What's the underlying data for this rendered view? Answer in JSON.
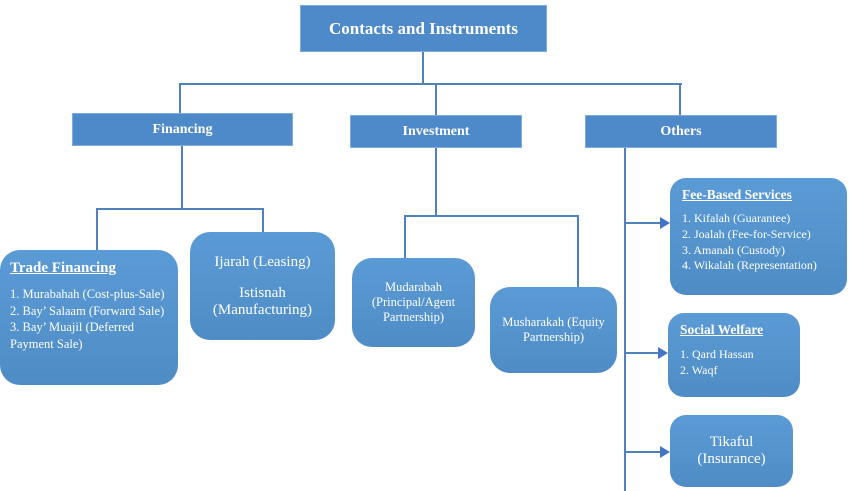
{
  "palette": {
    "header_fill": "#4E8AC9",
    "node_fill": "#5B9BD5",
    "line": "#4F81BD",
    "arrow": "#4472C4",
    "text": "#FFFFFF"
  },
  "root": {
    "title": "Contacts and Instruments"
  },
  "level1": {
    "financing": "Financing",
    "investment": "Investment",
    "others": "Others"
  },
  "trade_financing": {
    "title": "Trade Financing",
    "items": [
      "1. Murabahah (Cost-plus-Sale)",
      "2. Bay’ Salaam (Forward Sale)",
      "3. Bay’ Muajil (Deferred Payment Sale)"
    ]
  },
  "ijarah": {
    "lines": [
      "Ijarah (Leasing)",
      "Istisnah (Manufacturing)"
    ]
  },
  "mudarabah": {
    "label": "Mudarabah (Principal/Agent Partnership)"
  },
  "musharakah": {
    "label": "Musharakah (Equity Partnership)"
  },
  "fee_based": {
    "title": "Fee-Based Services",
    "items": [
      "1. Kifalah (Guarantee)",
      "2. Joalah (Fee-for-Service)",
      "3. Amanah (Custody)",
      "4. Wikalah (Representation)"
    ]
  },
  "social_welfare": {
    "title": "Social Welfare",
    "items": [
      "1. Qard Hassan",
      "2. Waqf"
    ]
  },
  "tikaful": {
    "label": "Tikaful (Insurance)"
  }
}
